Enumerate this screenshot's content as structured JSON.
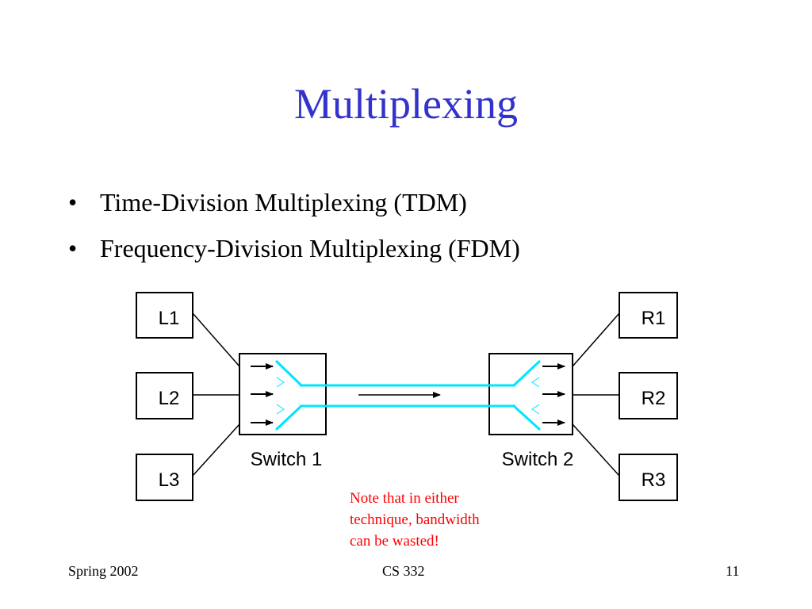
{
  "slide": {
    "title": "Multiplexing",
    "bullets": [
      "Time-Division Multiplexing (TDM)",
      "Frequency-Division Multiplexing (FDM)"
    ],
    "bullet_glyph": "•"
  },
  "diagram": {
    "left_nodes": [
      "L1",
      "L2",
      "L3"
    ],
    "right_nodes": [
      "R1",
      "R2",
      "R3"
    ],
    "switch_1_label": "Switch 1",
    "switch_2_label": "Switch 2",
    "link_color": "#00ffff"
  },
  "note": {
    "lines": [
      "Note that in either",
      "technique, bandwidth",
      "can be wasted!"
    ],
    "color": "#ff0000"
  },
  "footer": {
    "left": "Spring 2002",
    "center": "CS 332",
    "right": "11"
  },
  "colors": {
    "title": "#3333cc",
    "background": "#ffffff"
  }
}
